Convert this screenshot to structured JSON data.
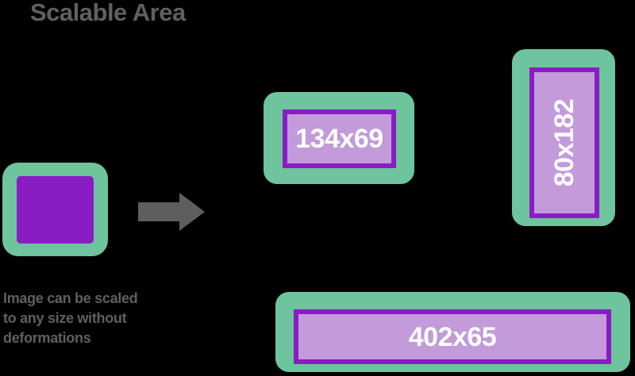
{
  "title": "Scalable Area",
  "caption": {
    "lines": [
      "Image can be scaled",
      "to any size without",
      "deformations"
    ]
  },
  "arrow": {
    "icon": "arrow-right-icon",
    "color": "#5e5e5e"
  },
  "source": {
    "name": "original-square",
    "fill_color": "#8a1cc4",
    "frame_color": "#6ec49d"
  },
  "scaled_boxes": [
    {
      "label": "134x69",
      "orientation": "horizontal"
    },
    {
      "label": "80x182",
      "orientation": "vertical"
    },
    {
      "label": "402x65",
      "orientation": "horizontal"
    }
  ],
  "colors": {
    "background": "#000000",
    "frame_green": "#6ec49d",
    "inner_purple_border": "#8a1cc4",
    "inner_purple_fill": "#c39ada",
    "text_gray": "#5f5f5f",
    "label_white": "#ffffff"
  }
}
